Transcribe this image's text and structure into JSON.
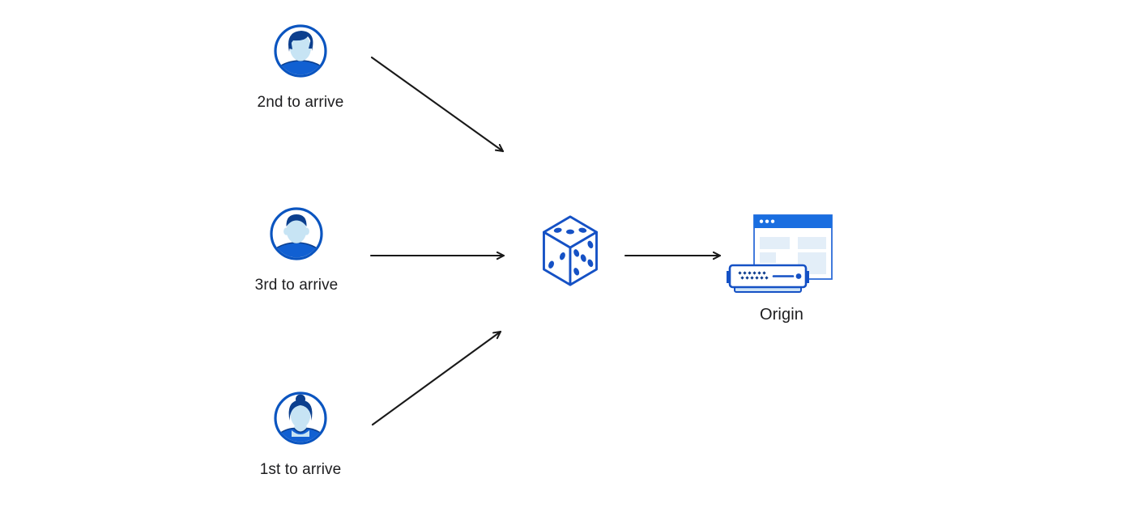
{
  "diagram": {
    "type": "flow-illustration",
    "visitors": [
      {
        "id": "visitor-2nd",
        "label": "2nd to arrive",
        "persona": "man-swept-hair-avatar"
      },
      {
        "id": "visitor-3rd",
        "label": "3rd to arrive",
        "persona": "man-short-hair-avatar"
      },
      {
        "id": "visitor-1st",
        "label": "1st to arrive",
        "persona": "woman-bun-avatar"
      }
    ],
    "random_selector": {
      "icon": "dice-icon",
      "pips": {
        "top_face": 3,
        "left_face": 2,
        "right_face": 5
      }
    },
    "origin": {
      "label": "Origin",
      "icon": "origin-browser-server-icon"
    },
    "arrows": [
      {
        "from": "visitor-2nd",
        "to": "dice"
      },
      {
        "from": "visitor-3rd",
        "to": "dice"
      },
      {
        "from": "visitor-1st",
        "to": "dice"
      },
      {
        "from": "dice",
        "to": "origin"
      }
    ],
    "colors": {
      "background": "#ffffff",
      "accent_blue": "#0b55c0",
      "dice_blue": "#1551c5",
      "navy": "#0d3d8f",
      "face_light_blue": "#c7e4f4",
      "shirt_blue": "#1160d2",
      "titlebar_blue": "#1a6ee0",
      "panel_pale_blue": "#e3eef8",
      "server_base_blue": "#cfe4f6",
      "arrow_black": "#191919",
      "text": "#1d1d1f"
    }
  }
}
